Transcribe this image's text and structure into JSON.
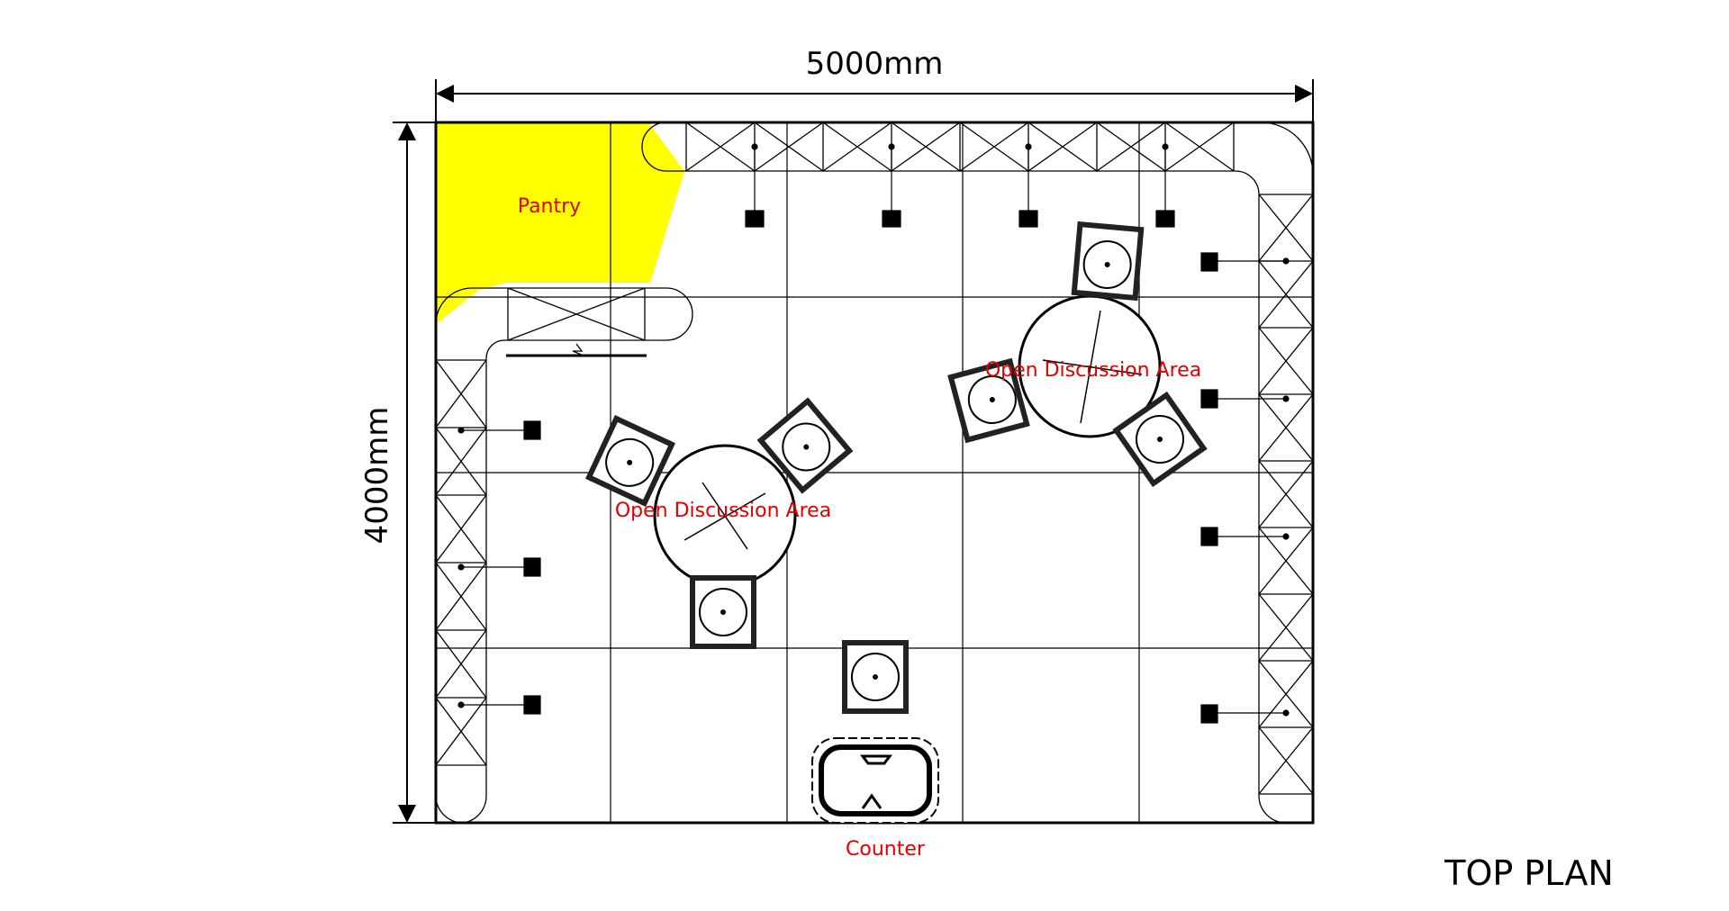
{
  "dimensions": {
    "width_label": "5000mm",
    "height_label": "4000mm"
  },
  "labels": {
    "pantry": "Pantry",
    "discussion_left": "Open Discussion Area",
    "discussion_right": "Open Discussion Area",
    "counter": "Counter",
    "plan_title": "TOP PLAN"
  },
  "colors": {
    "pantry_fill": "#ffff00",
    "label_red": "#e00000",
    "line": "#000000"
  }
}
